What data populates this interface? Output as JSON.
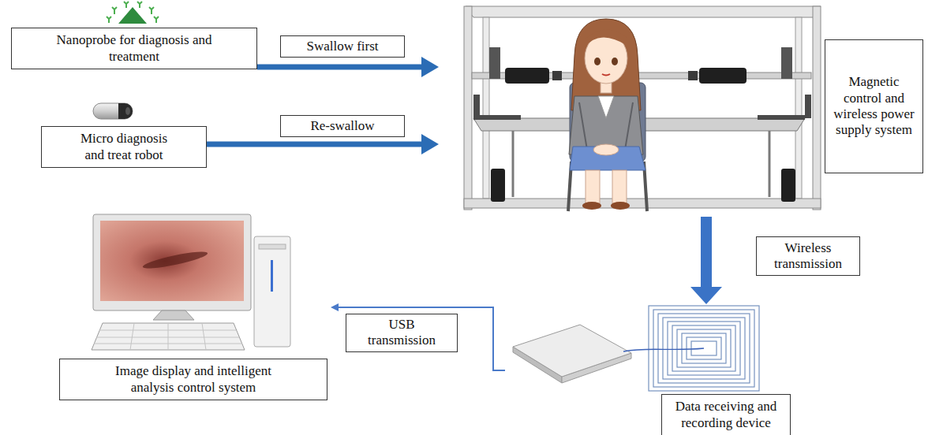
{
  "diagram": {
    "nodes": [
      {
        "text": [
          "Nanoprobe for diagnosis and treatment"
        ]
      },
      {
        "text": [
          "Micro diagnosis and treat robot"
        ]
      },
      {
        "text": [
          "Magnetic control and wireless power supply system"
        ]
      },
      {
        "text": [
          "Data receiving and recording device"
        ]
      },
      {
        "text": [
          "Image display and intelligent analysis control system"
        ]
      }
    ],
    "edges": [
      {
        "from": 0,
        "to": 2,
        "label": "Swallow first",
        "arrow": "to"
      },
      {
        "from": 1,
        "to": 2,
        "label": "Re-swallow",
        "arrow": "to"
      },
      {
        "from": 2,
        "to": 3,
        "label": "Wireless transmission",
        "arrow": "to"
      },
      {
        "from": 3,
        "to": 4,
        "label": "USB transmission",
        "arrow": "to"
      }
    ]
  }
}
